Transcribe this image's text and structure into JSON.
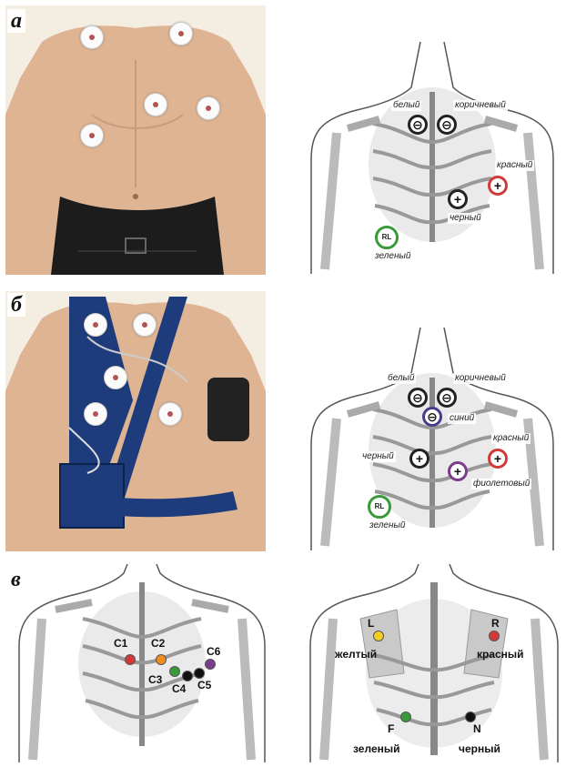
{
  "panels": {
    "a": {
      "label": "а",
      "tags": {
        "white": "белый",
        "brown": "коричневый",
        "red": "красный",
        "black": "черный",
        "green": "зеленый",
        "rl": "RL"
      }
    },
    "b": {
      "label": "б",
      "tags": {
        "white": "белый",
        "brown": "коричневый",
        "blue": "синий",
        "red": "красный",
        "black": "черный",
        "violet": "фиолетовый",
        "green": "зеленый",
        "rl": "RL"
      }
    },
    "c": {
      "label": "в",
      "chest_leads": [
        "C1",
        "C2",
        "C3",
        "C4",
        "C5",
        "C6"
      ],
      "back_tags": {
        "l": "L",
        "r": "R",
        "f": "F",
        "n": "N",
        "yellow": "желтый",
        "red": "красный",
        "green": "зеленый",
        "black": "черный"
      }
    }
  },
  "colors": {
    "white": "#ffffff",
    "brown": "#222222",
    "red": "#d23a3a",
    "black": "#111111",
    "green": "#3a9a3a",
    "blue": "#4a3c8c",
    "violet": "#7b3c8c",
    "yellow": "#f0d020",
    "orange": "#f08c20",
    "skin": "#e0b796",
    "pants": "#1b1b1b"
  }
}
